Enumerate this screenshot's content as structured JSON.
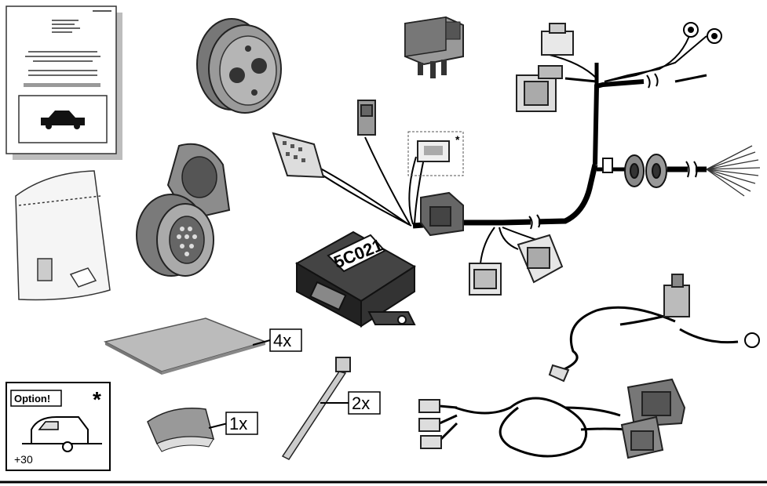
{
  "parts": {
    "control_unit_label": "5C021",
    "pad_qty": "4x",
    "tape_qty": "1x",
    "tie_qty": "2x",
    "optional_marker": "*"
  },
  "option_box": {
    "title": "Option!",
    "star": "*",
    "value": "+30"
  }
}
